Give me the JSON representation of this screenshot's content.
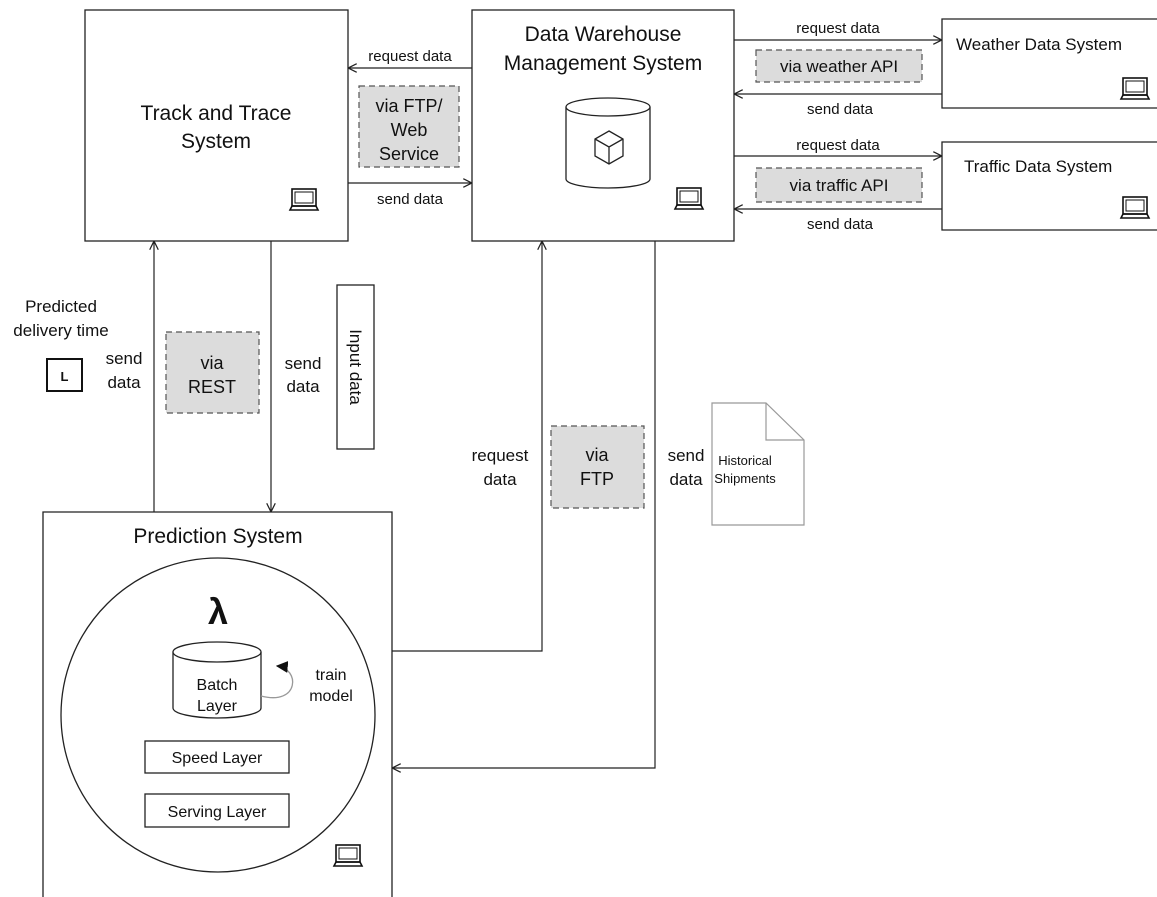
{
  "systems": {
    "track_trace": {
      "line1": "Track and Trace",
      "line2": "System"
    },
    "dwh": {
      "line1": "Data Warehouse",
      "line2": "Management System"
    },
    "weather": {
      "title": "Weather Data System"
    },
    "traffic": {
      "title": "Traffic Data System"
    },
    "prediction": {
      "title": "Prediction System",
      "lambda": "λ",
      "batch_line1": "Batch",
      "batch_line2": "Layer",
      "train_line1": "train",
      "train_line2": "model",
      "speed_layer": "Speed Layer",
      "serving_layer": "Serving Layer"
    }
  },
  "protocols": {
    "ftp_web_line1": "via FTP/",
    "ftp_web_line2": "Web",
    "ftp_web_line3": "Service",
    "weather_api": "via weather API",
    "traffic_api": "via traffic API",
    "rest_line1": "via",
    "rest_line2": "REST",
    "ftp_line1": "via",
    "ftp_line2": "FTP"
  },
  "flows": {
    "request_data": "request data",
    "send_data": "send data",
    "send": "send",
    "data": "data",
    "request": "request"
  },
  "inputs": {
    "input_data": "Input data",
    "historical_line1": "Historical",
    "historical_line2": "Shipments",
    "predicted_line1": "Predicted",
    "predicted_line2": "delivery time",
    "clock_letter": "L"
  }
}
